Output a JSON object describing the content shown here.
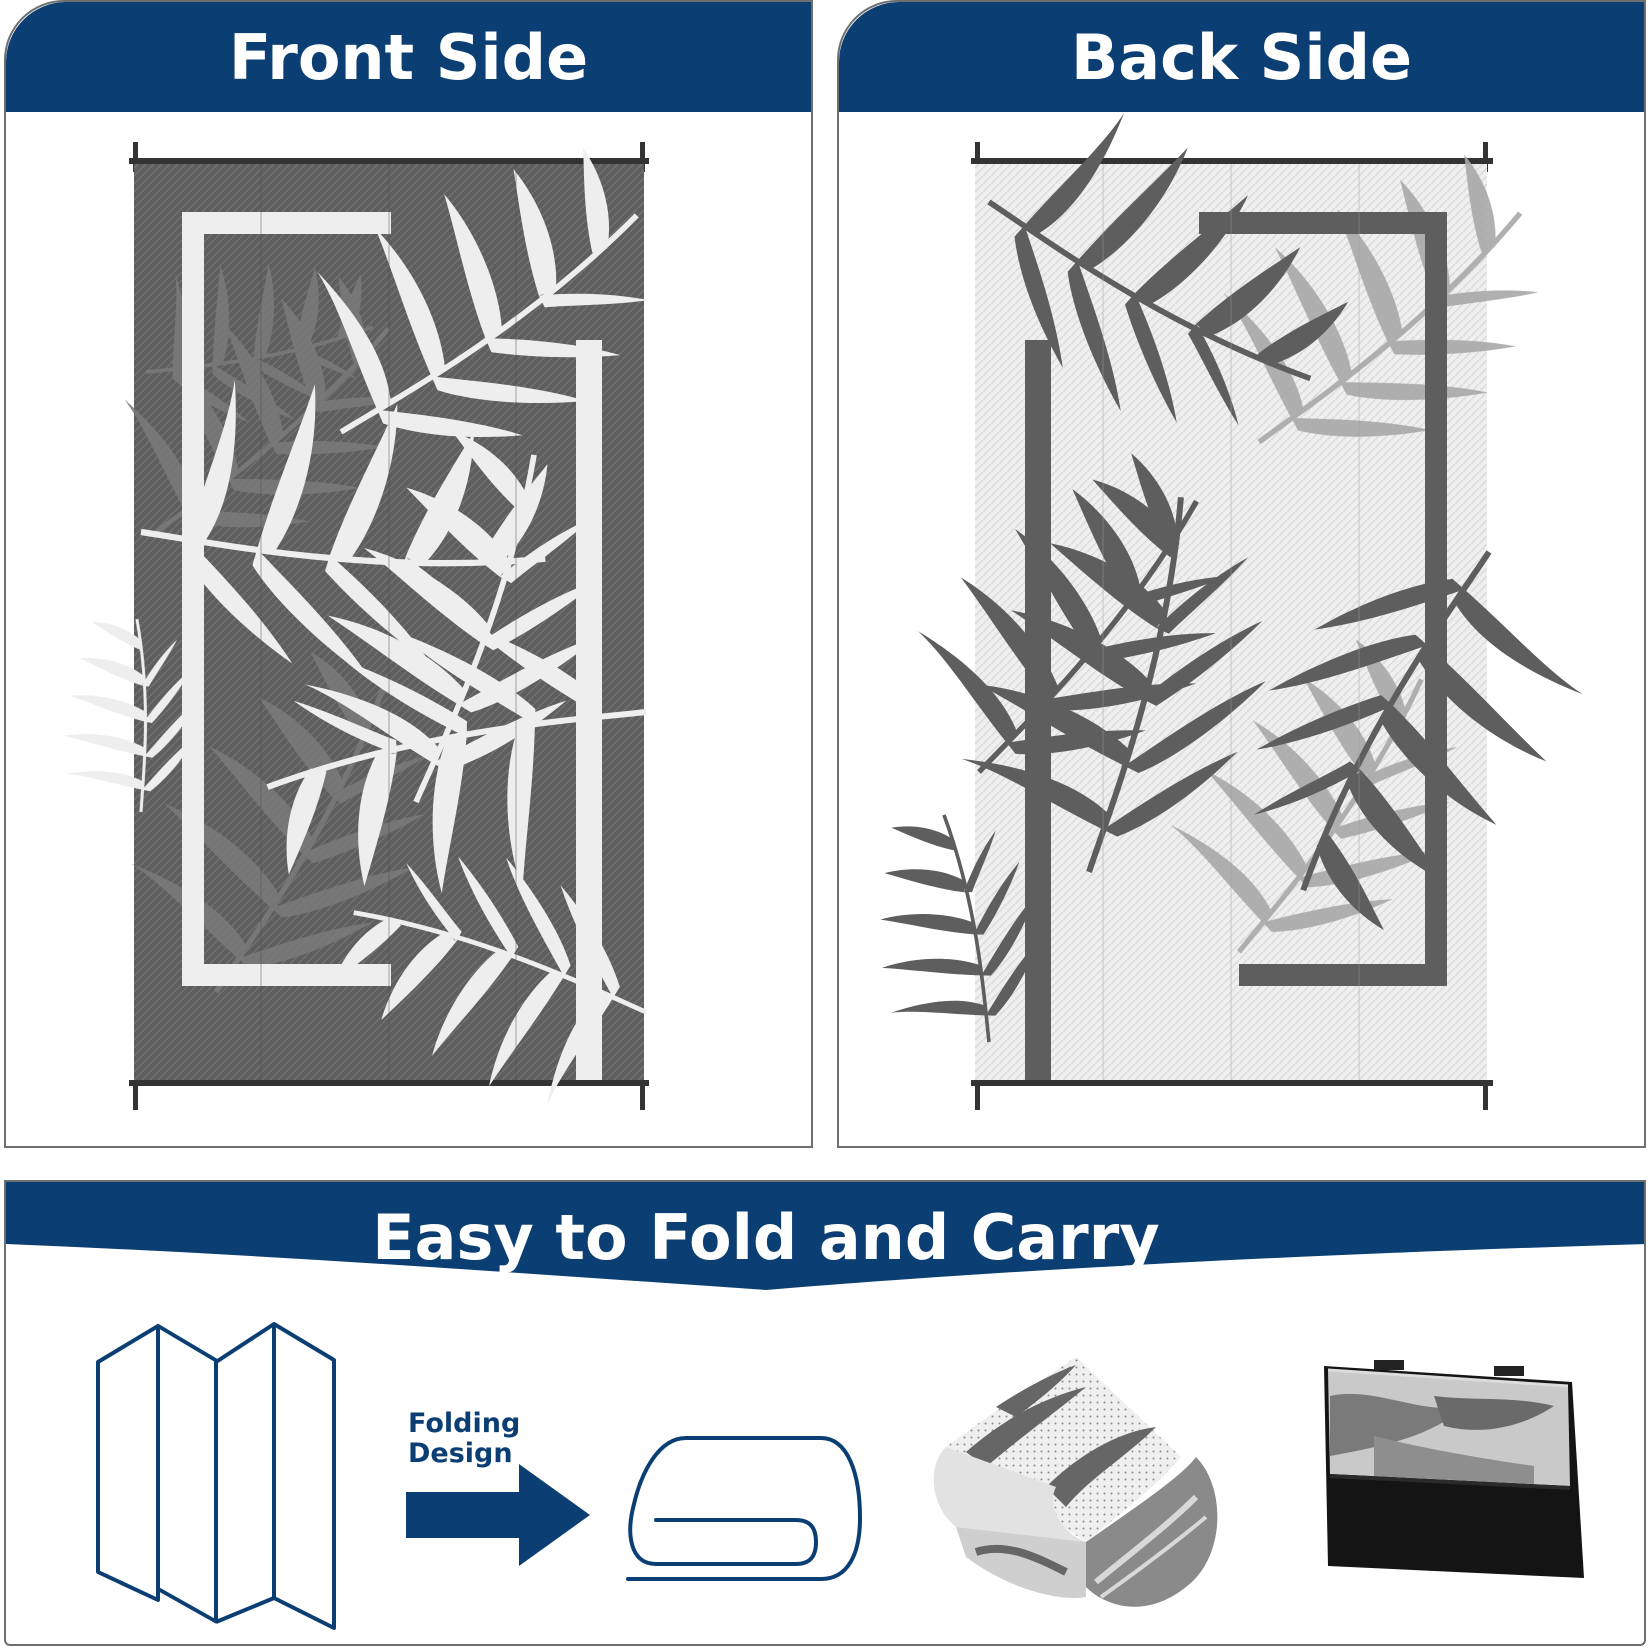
{
  "panels": {
    "front": {
      "title": "Front Side"
    },
    "back": {
      "title": "Back Side"
    }
  },
  "fold": {
    "title": "Easy to Fold and Carry",
    "label_line1": "Folding",
    "label_line2": "Design"
  },
  "colors": {
    "brand_navy": "#0b3f73",
    "mat_dark": "#5b5b5b",
    "mat_light": "#f2f2f2",
    "bag_black": "#141414"
  },
  "icons": [
    "folded-panels-icon",
    "arrow-right-icon",
    "rolled-mat-icon"
  ]
}
